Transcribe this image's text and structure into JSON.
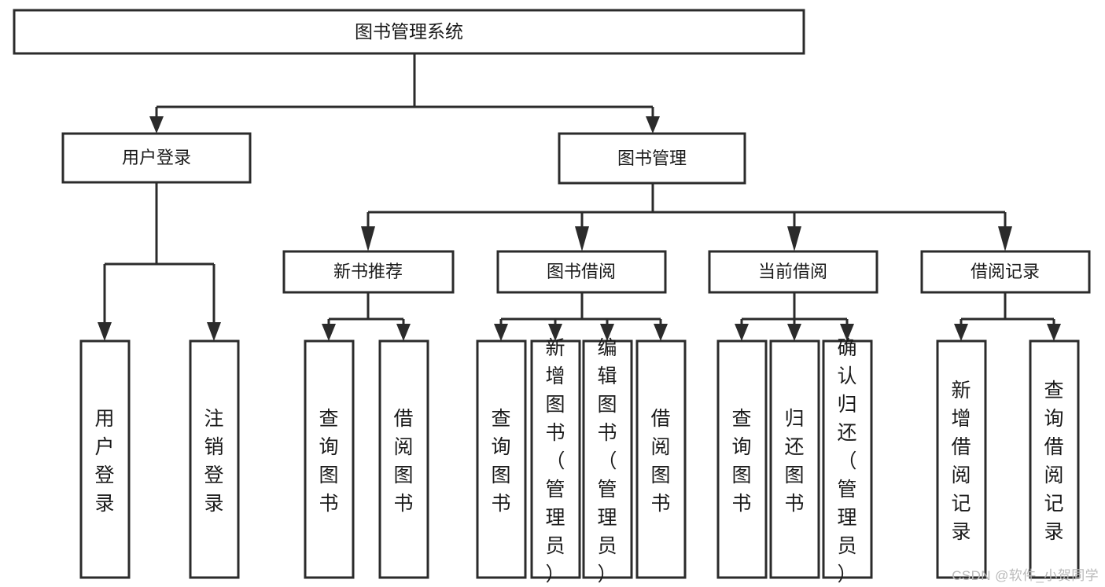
{
  "diagram": {
    "type": "tree-hierarchy",
    "title": "图书管理系统",
    "watermark": "CSDN @软件_小贺同学",
    "colors": {
      "stroke": "#2b2b2b",
      "fill": "#ffffff",
      "text": "#1a1a1a",
      "watermark": "#b9b9b9"
    },
    "root": {
      "id": "root",
      "label": "图书管理系统",
      "orientation": "horizontal"
    },
    "level2": [
      {
        "id": "user-login",
        "label": "用户登录",
        "orientation": "horizontal"
      },
      {
        "id": "book-manage",
        "label": "图书管理",
        "orientation": "horizontal"
      }
    ],
    "level3": [
      {
        "id": "new-book-recommend",
        "label": "新书推荐",
        "parent": "book-manage",
        "orientation": "horizontal"
      },
      {
        "id": "book-borrow",
        "label": "图书借阅",
        "parent": "book-manage",
        "orientation": "horizontal"
      },
      {
        "id": "current-borrow",
        "label": "当前借阅",
        "parent": "book-manage",
        "orientation": "horizontal"
      },
      {
        "id": "borrow-record",
        "label": "借阅记录",
        "parent": "book-manage",
        "orientation": "horizontal"
      }
    ],
    "leaves": [
      {
        "id": "leaf-user-login",
        "label": "用户登录",
        "parent": "user-login",
        "orientation": "vertical"
      },
      {
        "id": "leaf-logout",
        "label": "注销登录",
        "parent": "user-login",
        "orientation": "vertical"
      },
      {
        "id": "leaf-query-book-1",
        "label": "查询图书",
        "parent": "new-book-recommend",
        "orientation": "vertical"
      },
      {
        "id": "leaf-borrow-book-1",
        "label": "借阅图书",
        "parent": "new-book-recommend",
        "orientation": "vertical"
      },
      {
        "id": "leaf-query-book-2",
        "label": "查询图书",
        "parent": "book-borrow",
        "orientation": "vertical"
      },
      {
        "id": "leaf-add-book",
        "label": "新增图书（管理员）",
        "parent": "book-borrow",
        "orientation": "vertical"
      },
      {
        "id": "leaf-edit-book",
        "label": "编辑图书（管理员）",
        "parent": "book-borrow",
        "orientation": "vertical"
      },
      {
        "id": "leaf-borrow-book-2",
        "label": "借阅图书",
        "parent": "book-borrow",
        "orientation": "vertical"
      },
      {
        "id": "leaf-query-book-3",
        "label": "查询图书",
        "parent": "current-borrow",
        "orientation": "vertical"
      },
      {
        "id": "leaf-return-book",
        "label": "归还图书",
        "parent": "current-borrow",
        "orientation": "vertical"
      },
      {
        "id": "leaf-confirm-return",
        "label": "确认归还（管理员）",
        "parent": "current-borrow",
        "orientation": "vertical"
      },
      {
        "id": "leaf-add-record",
        "label": "新增借阅记录",
        "parent": "borrow-record",
        "orientation": "vertical"
      },
      {
        "id": "leaf-query-record",
        "label": "查询借阅记录",
        "parent": "borrow-record",
        "orientation": "vertical"
      }
    ]
  }
}
